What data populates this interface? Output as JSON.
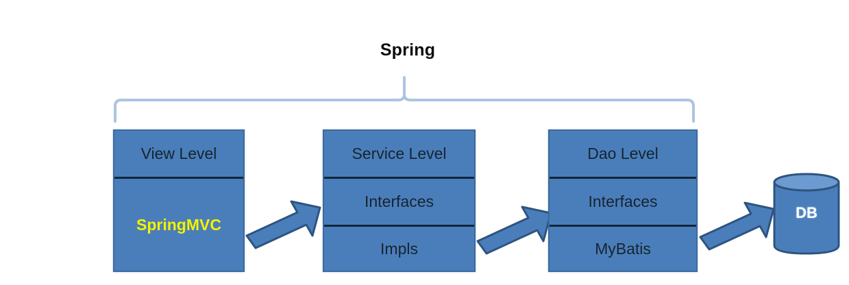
{
  "diagram": {
    "title": "Spring",
    "colors": {
      "box_fill": "#4a7ebb",
      "box_border": "#3b6aa0",
      "divider": "#12263a",
      "text": "#16252f",
      "highlight_text": "#f2f20a",
      "brace": "#aec4e0",
      "arrow_fill": "#4a7ebb",
      "arrow_border": "#2e5480",
      "db_top": "#6d9ad1",
      "db_body": "#4a7ebb",
      "db_text": "#ffffff",
      "background": "#ffffff"
    },
    "brace": {
      "label": "Spring",
      "spans_boxes": [
        "View Level",
        "Service Level",
        "Dao Level"
      ]
    },
    "boxes": [
      {
        "id": "view",
        "header": "View Level",
        "rows": [
          {
            "text": "SpringMVC",
            "highlight": true
          }
        ]
      },
      {
        "id": "service",
        "header": "Service Level",
        "rows": [
          {
            "text": "Interfaces",
            "highlight": false
          },
          {
            "text": "Impls",
            "highlight": false
          }
        ]
      },
      {
        "id": "dao",
        "header": "Dao Level",
        "rows": [
          {
            "text": "Interfaces",
            "highlight": false
          },
          {
            "text": "MyBatis",
            "highlight": false
          }
        ]
      }
    ],
    "database": {
      "label": "DB"
    },
    "arrows": [
      {
        "from": "view",
        "to": "service"
      },
      {
        "from": "service",
        "to": "dao"
      },
      {
        "from": "dao",
        "to": "DB"
      }
    ]
  }
}
